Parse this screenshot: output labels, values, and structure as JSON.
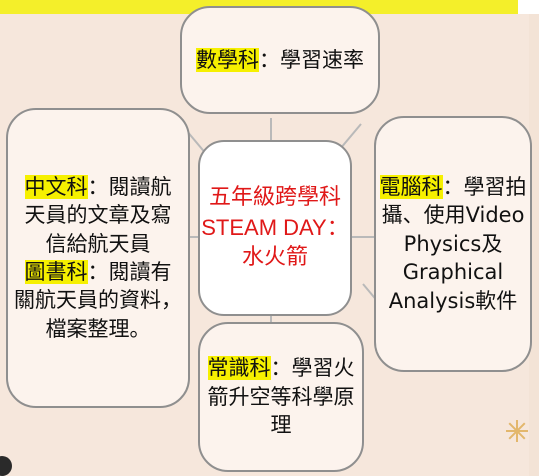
{
  "diagram": {
    "center": {
      "line1": "五年級跨學科",
      "line2": "STEAM DAY：",
      "line3": "水火箭"
    },
    "top": {
      "subject": "數學科",
      "text": "：學習速率"
    },
    "left": {
      "subject1": "中文科",
      "text1a": "：閱讀航",
      "text1b": "天員的文章及寫",
      "text1c": "信給航天員",
      "subject2": "圖書科",
      "text2a": "：閱讀有",
      "text2b": "關航天員的資料，",
      "text2c": "檔案整理。"
    },
    "right": {
      "subject": "電腦科",
      "text1": "：學習拍",
      "text2": "攝、使用Video",
      "text3": "Physics及",
      "text4": "Graphical",
      "text5": "Analysis軟件"
    },
    "bottom": {
      "subject": "常識科",
      "text1": "：學習火",
      "text2": "箭升空等科學原",
      "text3": "理"
    }
  },
  "colors": {
    "highlight": "#f6f000",
    "center_text": "#e01818",
    "background": "#f6e7dc",
    "top_bar": "#f4ef2a"
  }
}
